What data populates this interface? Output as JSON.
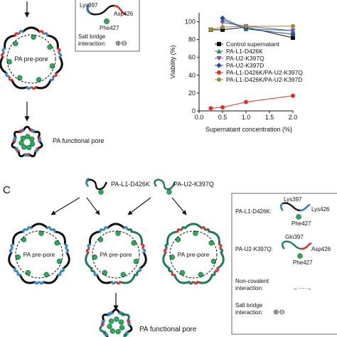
{
  "top": {
    "legend_top": {
      "lys_label": "Lys397",
      "asp_label": "Asp426",
      "phe_label": "Phe427",
      "salt_bridge_label_1": "Salt bridge",
      "salt_bridge_label_2": "interaction:",
      "salt_bridge_symbol": "⊕⊖"
    },
    "pre_pore_label": "PA pre-pore",
    "functional_pore_label": "PA functional pore"
  },
  "chart_data": {
    "type": "line",
    "ylabel": "Viability (%)",
    "xlabel": "Supernatant concentration (%)",
    "xlim": [
      0,
      2.0
    ],
    "ylim": [
      0,
      110
    ],
    "xticks": [
      "0.0",
      "0.5",
      "1.0",
      "1.5",
      "2.0"
    ],
    "yticks": [
      "0",
      "20",
      "40",
      "60",
      "80",
      "100"
    ],
    "grid": false,
    "legend_placement": "right",
    "series": [
      {
        "name": "Control supernatant",
        "color": "#111111",
        "marker": "square",
        "x": [
          0.25,
          0.5,
          1.0,
          2.0
        ],
        "y": [
          91,
          91,
          94,
          82
        ]
      },
      {
        "name": "PA-L1-D426K",
        "color": "#2e8b57",
        "marker": "triangle-up",
        "x": [
          0.5,
          1.0,
          2.0
        ],
        "y": [
          102,
          92,
          90
        ]
      },
      {
        "name": "PA-U2-K397Q",
        "color": "#7b4fb0",
        "marker": "triangle-down",
        "x": [
          0.5,
          1.0,
          2.0
        ],
        "y": [
          99,
          95,
          90
        ]
      },
      {
        "name": "PA-U2-K397D",
        "color": "#1f4fa0",
        "marker": "diamond",
        "x": [
          0.5,
          1.0,
          2.0
        ],
        "y": [
          104,
          92,
          86
        ]
      },
      {
        "name": "PA-L1-D426K/PA-U2-K397Q",
        "color": "#e0302a",
        "marker": "circle",
        "x": [
          0.25,
          0.5,
          1.0,
          2.0
        ],
        "y": [
          3,
          4,
          10,
          17
        ]
      },
      {
        "name": "PA-L1-D426K/PA-U2-K397D",
        "color": "#9a8a3a",
        "marker": "circle",
        "x": [
          0.25,
          0.5,
          1.0,
          2.0
        ],
        "y": [
          91,
          94,
          95,
          95
        ]
      }
    ]
  },
  "panel_c": {
    "letter": "C",
    "mutant_1": "PA-L1-D426K",
    "mutant_2": "PA-U2-K397Q",
    "pre_pore_label": "PA pre-pore",
    "functional_pore_label": "PA functional pore",
    "legend": {
      "l1_label": "PA-L1-D426K:",
      "l1_lys": "Lys397",
      "l1_lys2": "Lys426",
      "l1_phe": "Phe427",
      "u2_label": "PA-U2-K397Q:",
      "u2_gln": "Gln397",
      "u2_asp": "Asp426",
      "u2_phe": "Phe427",
      "noncov_1": "Non-covalent",
      "noncov_2": "interaction:",
      "noncov_symbol": "←····→",
      "salt_1": "Salt bridge",
      "salt_2": "interaction:",
      "salt_symbol": "⊕⊖"
    }
  }
}
